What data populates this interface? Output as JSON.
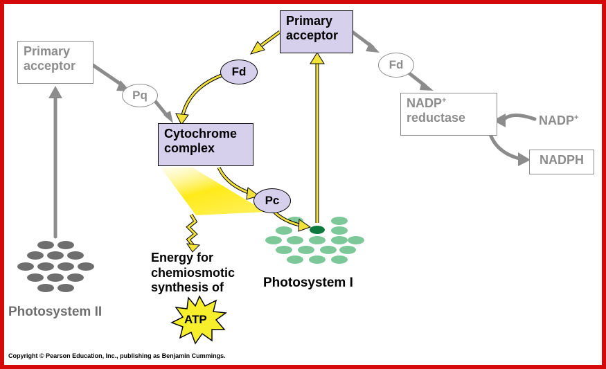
{
  "psii": {
    "primary_acceptor": "Primary\nacceptor",
    "label": "Photosystem II"
  },
  "psi": {
    "primary_acceptor": "Primary\nacceptor",
    "label": "Photosystem I"
  },
  "carriers": {
    "pq": "Pq",
    "fd_left": "Fd",
    "fd_right": "Fd",
    "pc": "Pc"
  },
  "cytochrome": "Cytochrome\ncomplex",
  "nadp_reductase": {
    "name": "NADP",
    "charge": "+",
    "line2": "reductase"
  },
  "nadp_input": {
    "name": "NADP",
    "charge": "+"
  },
  "nadph": "NADPH",
  "energy_text": "Energy for\nchemiosmotic\nsynthesis of",
  "atp": "ATP",
  "copyright": "Copyright © Pearson Education, Inc., publishing as Benjamin Cummings.",
  "colors": {
    "frame_border": "#d40a0a",
    "gray_path": "#8c8c8c",
    "cyclic_yellow": "#f2e23a",
    "carrier_purple": "#d6d0ec",
    "psi_green": "#7dc898",
    "psi_center": "#0b7a3c",
    "psii_gray": "#6e6e6e"
  }
}
